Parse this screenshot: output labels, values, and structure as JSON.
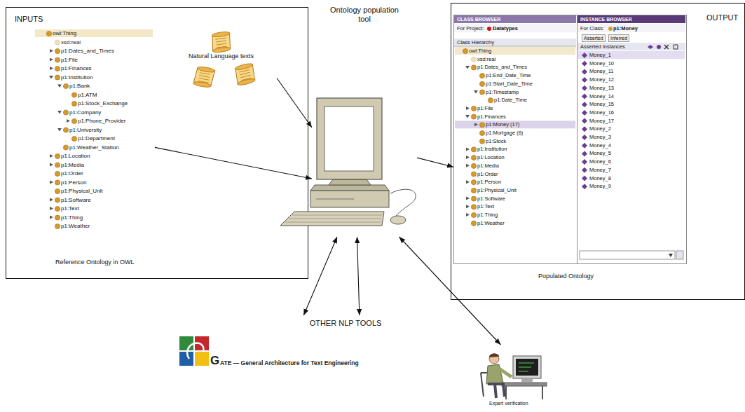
{
  "diagram": {
    "nodes": [
      {
        "text": [
          "INPUTS",
          "Reference Ontology in OWL"
        ]
      },
      {
        "text": [
          "owl:Thing",
          "xsd:real",
          "p1:Dates_and_Times",
          "p1:File",
          "p1:Finances",
          "p1:Institution",
          "p1:Bank",
          "p1:ATM",
          "p1:Stock_Exchange",
          "p1:Company",
          "p1:Phone_Provider",
          "p1:University",
          "p1:Department",
          "p1:Weather_Station",
          "p1:Location",
          "p1:Media",
          "p1:Order",
          "p1:Person",
          "p1:Physical_Unit",
          "p1:Software",
          "p1:Text",
          "p1:Thing",
          "p1:Weather"
        ],
        "in": 0
      },
      {
        "text": [
          "Natural Language texts"
        ],
        "in": 0
      },
      {
        "text": [
          "Ontology population tool"
        ]
      },
      {
        "text": [
          "OUTPUT",
          "Populated Ontology"
        ]
      },
      {
        "text": [
          "CLASS BROWSER",
          "For Project:",
          "Datatypes",
          "Class Hierarchy",
          "owl:Thing",
          "xsd:real",
          "p1:Dates_and_Times",
          "p1:End_Date_Time",
          "p1:Start_Date_Time",
          "p1:Timestamp",
          "p1:Date_Time",
          "p1:File",
          "p1:Finances",
          "p1:Money (17)",
          "p1:Mortgage (6)",
          "p1:Stock",
          "p1:Institution",
          "p1:Location",
          "p1:Media",
          "p1:Order",
          "p1:Person",
          "p1:Physical_Unit",
          "p1:Software",
          "p1:Text",
          "p1:Thing",
          "p1:Weather"
        ],
        "in": 4
      },
      {
        "text": [
          "INSTANCE BROWSER",
          "For Class:",
          "p1:Money",
          "Asserted",
          "Inferred",
          "Asserted Instances",
          "Money_1",
          "Money_10",
          "Money_11",
          "Money_12",
          "Money_13",
          "Money_14",
          "Money_15",
          "Money_16",
          "Money_17",
          "Money_2",
          "Money_3",
          "Money_4",
          "Money_5",
          "Money_6",
          "Money_7",
          "Money_8",
          "Money_9"
        ],
        "in": 4
      },
      {
        "text": [
          "OTHER NLP TOOLS"
        ]
      },
      {
        "text": [
          "G",
          "ATE — General Architecture for Text Engineering"
        ]
      },
      {
        "text": [
          "Expert verification"
        ]
      }
    ],
    "edges": [
      {
        "from": 1,
        "to": 3,
        "arrow": "to"
      },
      {
        "from": 2,
        "to": 3,
        "arrow": "to"
      },
      {
        "from": 3,
        "to": 5,
        "arrow": "to"
      },
      {
        "from": 7,
        "to": 3,
        "arrow": "both"
      },
      {
        "from": 7,
        "to": 3,
        "arrow": "both"
      },
      {
        "from": 9,
        "to": 3,
        "arrow": "both"
      }
    ]
  }
}
